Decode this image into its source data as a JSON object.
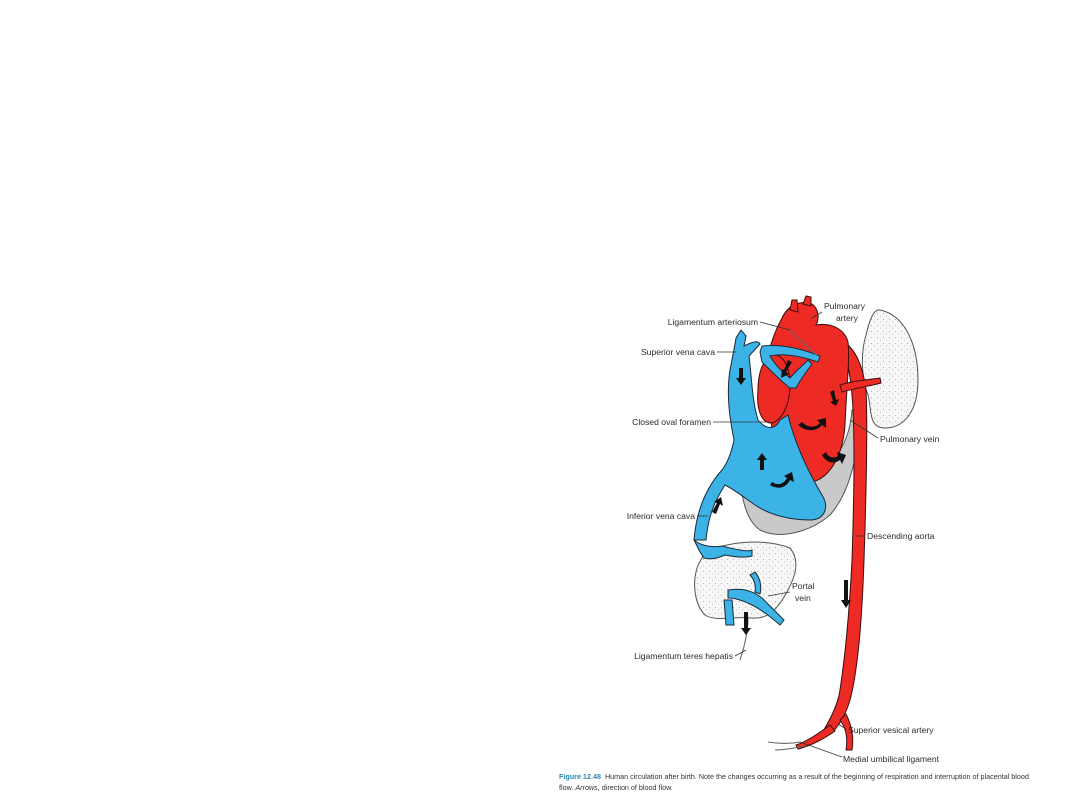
{
  "labels": {
    "ligamentum_arteriosum": "Ligamentum arteriosum",
    "superior_vena_cava": "Superior vena cava",
    "pulmonary_artery_1": "Pulmonary",
    "pulmonary_artery_2": "artery",
    "closed_oval_foramen": "Closed oval foramen",
    "pulmonary_vein": "Pulmonary vein",
    "inferior_vena_cava": "Inferior vena cava",
    "descending_aorta": "Descending aorta",
    "portal_vein_1": "Portal",
    "portal_vein_2": "vein",
    "ligamentum_teres_hepatis": "Ligamentum teres hepatis",
    "superior_vesical_artery": "Superior vesical artery",
    "medial_umbilical_ligament": "Medial umbilical ligament"
  },
  "caption": {
    "figure_number": "Figure 12.48",
    "text_1": "Human circulation after birth. Note the changes occurring as a result of the beginning of respiration and interruption of placental blood flow.",
    "text_italic": "Arrows,",
    "text_2": "direction of blood flow."
  },
  "colors": {
    "venous_blue": "#3bb3e6",
    "arterial_red": "#ee2a24",
    "caption_accent": "#2a8ab8"
  }
}
